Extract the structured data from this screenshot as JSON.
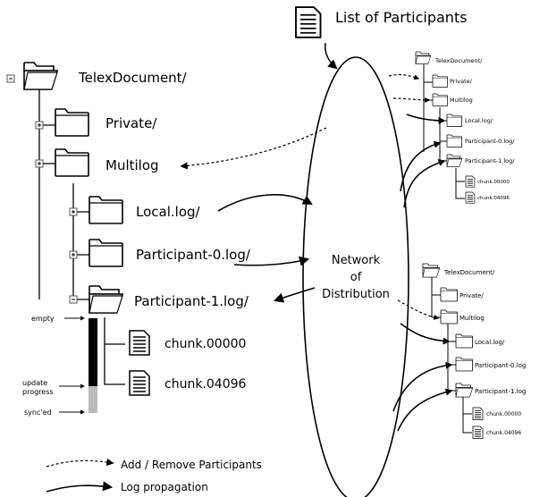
{
  "header": {
    "participants_label": "List of Participants"
  },
  "network": {
    "line1": "Network",
    "line2": "of",
    "line3": "Distribution"
  },
  "main_tree": {
    "root": "TelexDocument/",
    "private": "Private/",
    "multilog": "Multilog",
    "local": "Local.log/",
    "participant0": "Participant-0.log/",
    "participant1": "Participant-1.log/",
    "chunk1": "chunk.00000",
    "chunk2": "chunk.04096"
  },
  "progress": {
    "empty_label": "empty",
    "update_label_1": "update",
    "update_label_2": "progress",
    "synced_label": "sync'ed"
  },
  "remote_tree_1": {
    "root": "TelexDocument/",
    "private": "Private/",
    "multilog": "Multilog",
    "local": "Local.log/",
    "participant0": "Participant-0.log/",
    "participant1": "Participant-1.log/",
    "chunk1": "chunk.00000",
    "chunk2": "chunk.04096"
  },
  "remote_tree_2": {
    "root": "TelexDocument/",
    "private": "Private/",
    "multilog": "Multilog",
    "local": "Local.log/",
    "participant0": "Participant-0.log",
    "participant1": "Participant-1.log",
    "chunk1": "chunk.00000",
    "chunk2": "chunk.04096"
  },
  "legend": {
    "dashed_label": "Add / Remove Participants",
    "solid_label": "Log propagation"
  }
}
